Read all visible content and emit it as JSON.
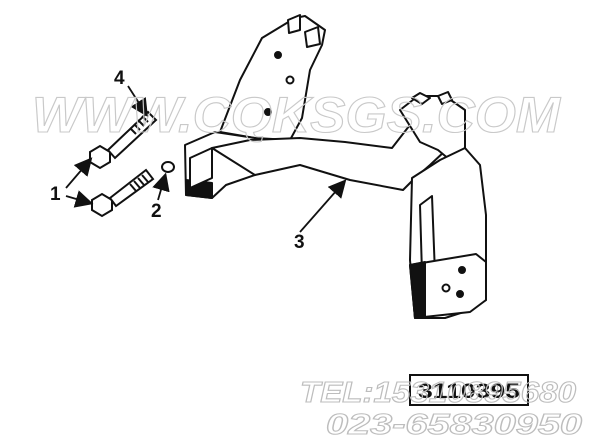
{
  "callouts": [
    {
      "id": "1",
      "label": "1"
    },
    {
      "id": "2",
      "label": "2"
    },
    {
      "id": "3",
      "label": "3"
    },
    {
      "id": "4",
      "label": "4"
    }
  ],
  "watermark": {
    "site": "WWW.CQKSGS.COM",
    "tel": "TEL:15310895680",
    "phone": "023-65830950"
  },
  "figure_code": "3110395",
  "colors": {
    "line": "#111111",
    "watermark": "#c9c9c9"
  }
}
